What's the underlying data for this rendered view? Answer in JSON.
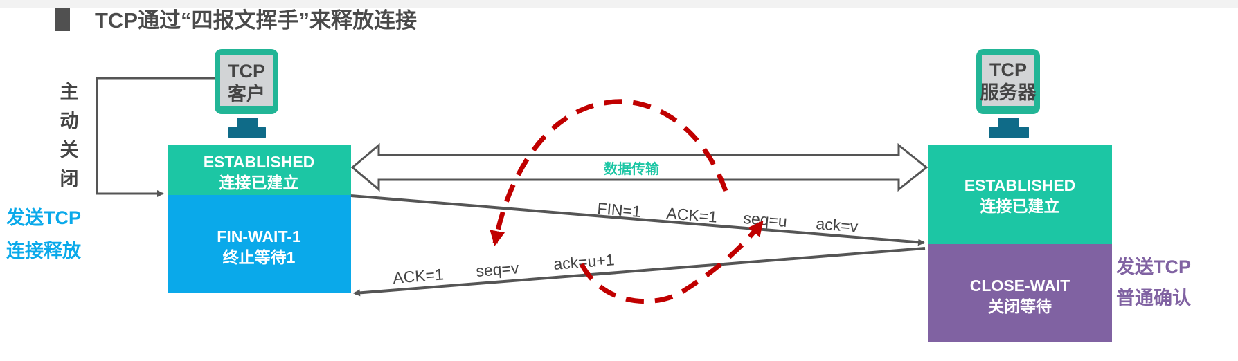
{
  "title": "TCP通过“四报文挥手”来释放连接",
  "client": {
    "monitor_line1": "TCP",
    "monitor_line2": "客户",
    "state1_en": "ESTABLISHED",
    "state1_cn": "连接已建立",
    "state2_en": "FIN-WAIT-1",
    "state2_cn": "终止等待1",
    "active_close": [
      "主",
      "动",
      "关",
      "闭"
    ],
    "send_note_line1": "发送TCP",
    "send_note_line2": "连接释放"
  },
  "server": {
    "monitor_line1": "TCP",
    "monitor_line2": "服务器",
    "state1_en": "ESTABLISHED",
    "state1_cn": "连接已建立",
    "state2_en": "CLOSE-WAIT",
    "state2_cn": "关闭等待",
    "send_note_line1": "发送TCP",
    "send_note_line2": "普通确认"
  },
  "data_transfer_label": "数据传输",
  "segment1": [
    "FIN=1",
    "ACK=1",
    "seq=u",
    "ack=v"
  ],
  "segment2": [
    "ACK=1",
    "seq=v",
    "ack=u+1"
  ],
  "colors": {
    "teal": "#1cc6a4",
    "blue": "#0aa9ea",
    "purple": "#8062a2",
    "monitor_frame": "#22b596",
    "monitor_stand": "#0f6b88",
    "red_dashed": "#c00000",
    "title": "#4a4a4a"
  }
}
